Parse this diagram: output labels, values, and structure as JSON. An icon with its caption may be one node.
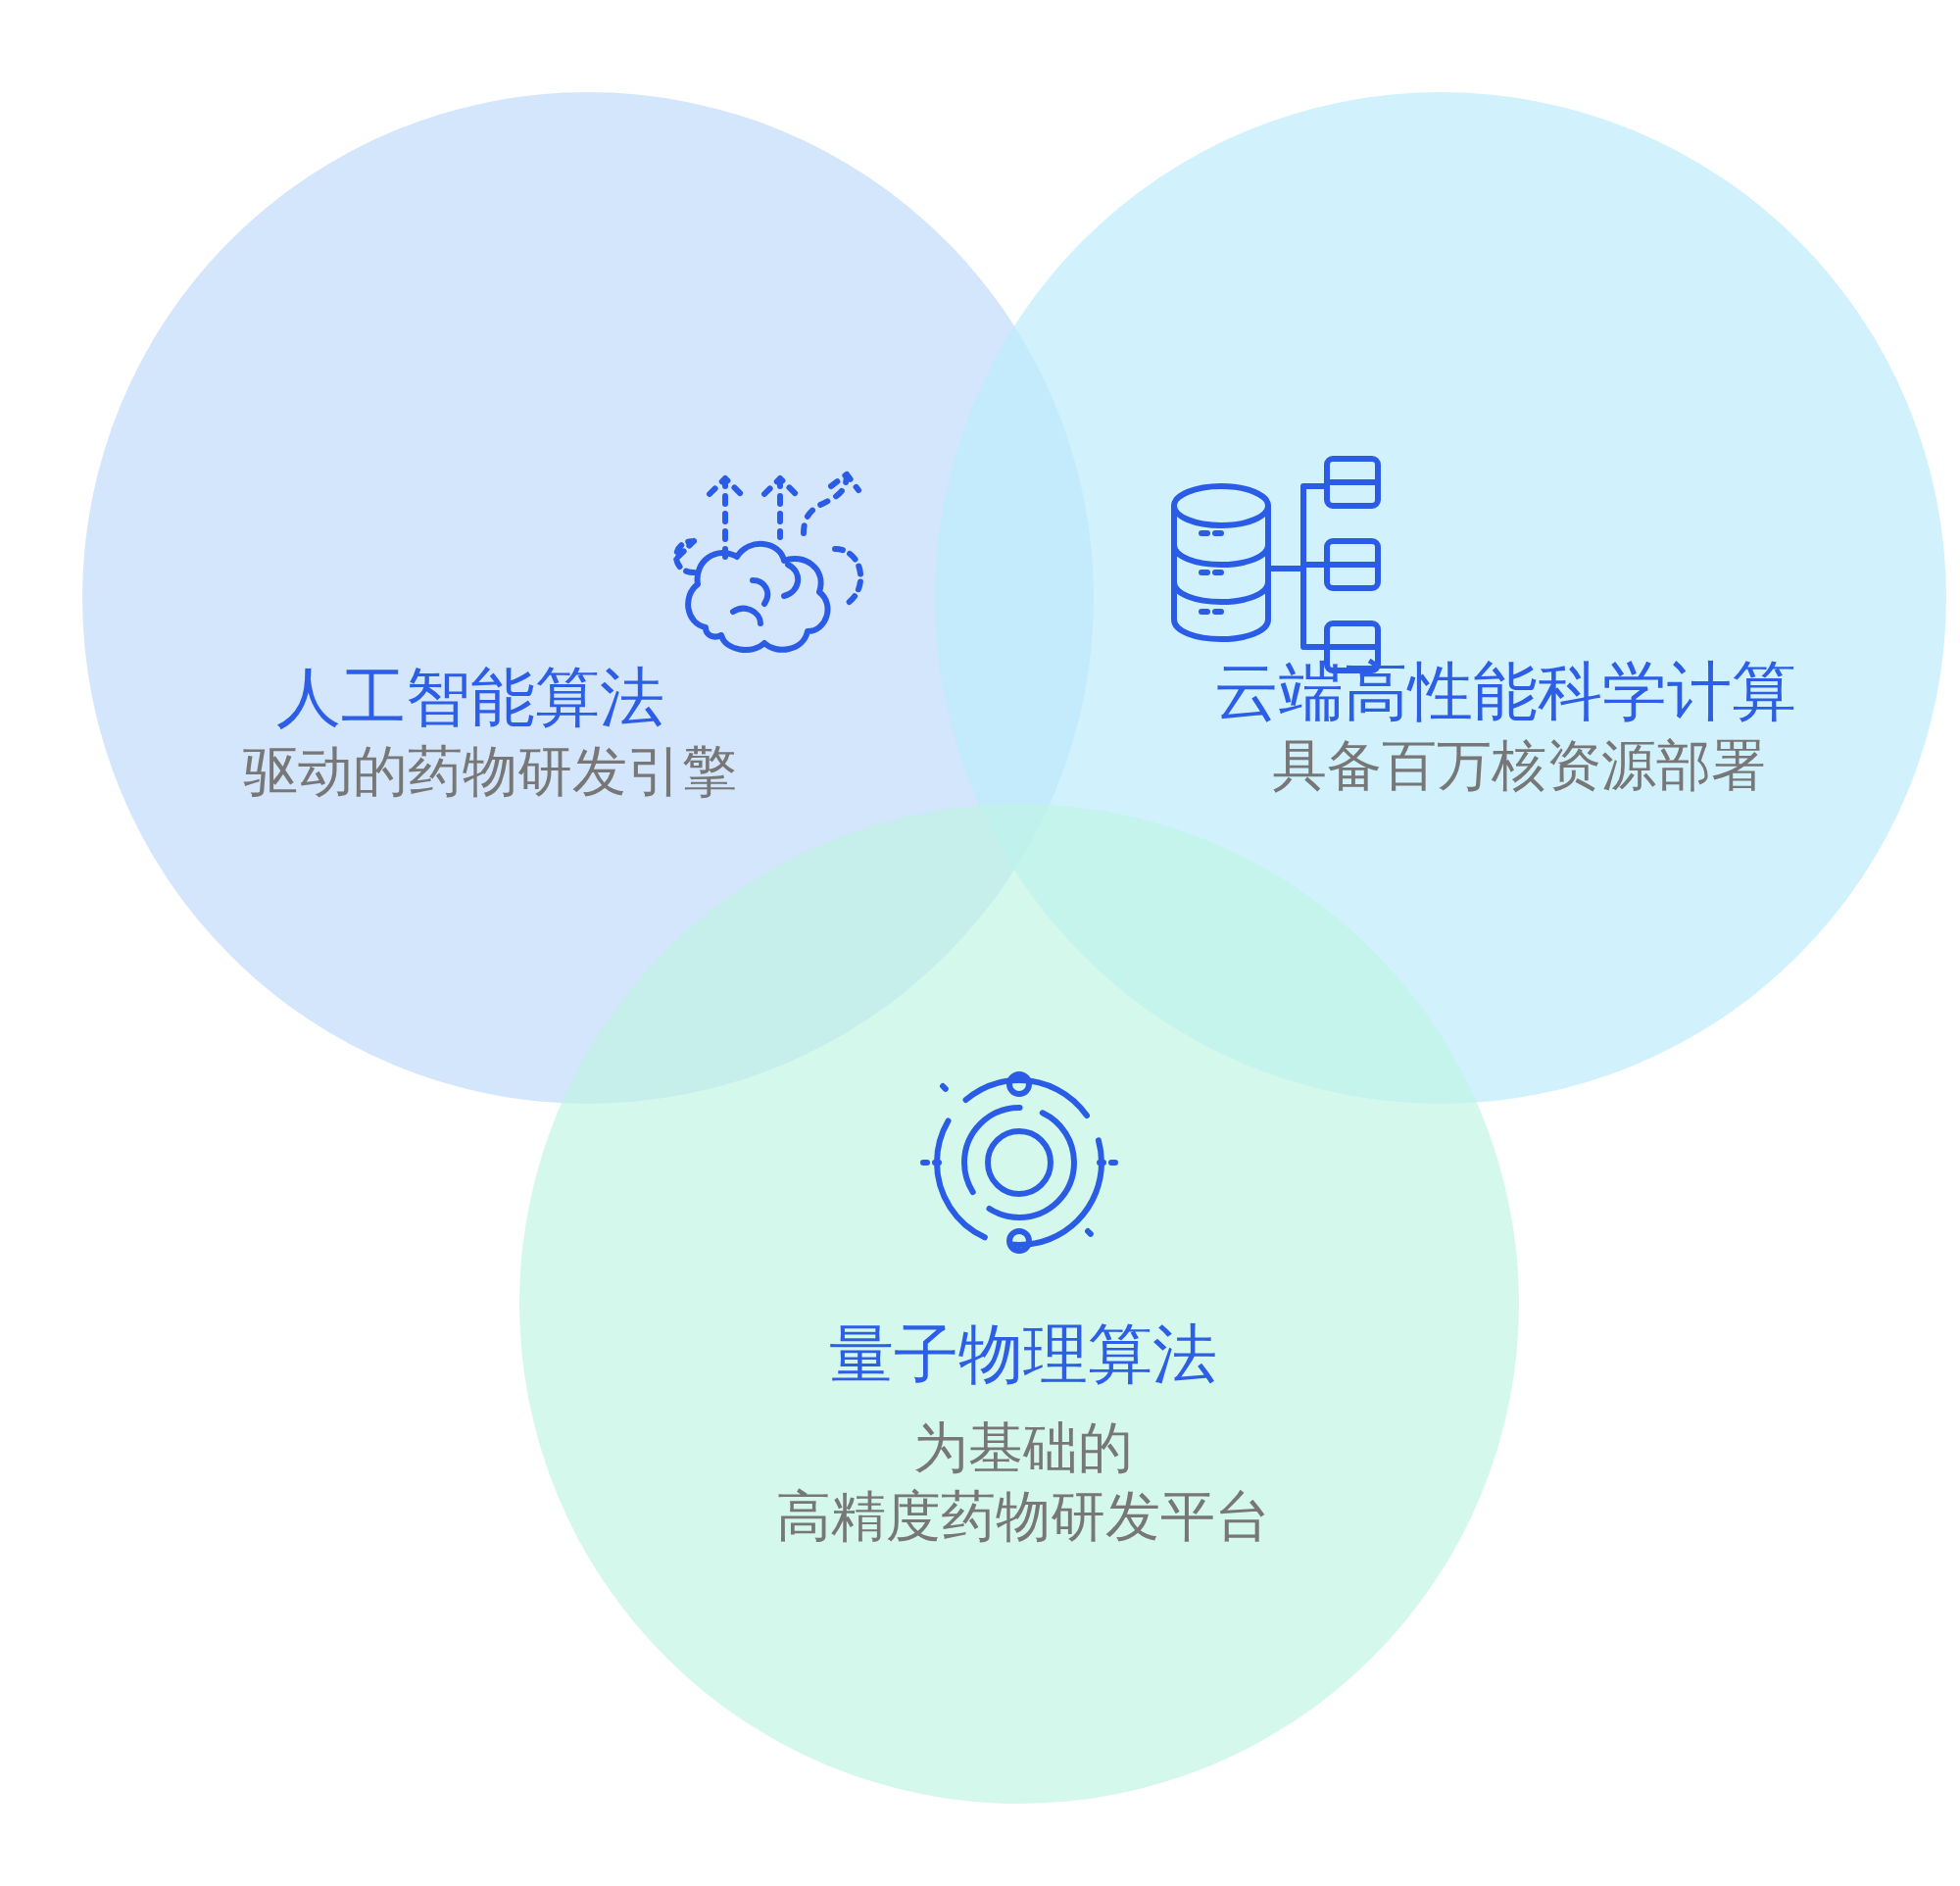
{
  "diagram": {
    "nodes": [
      {
        "text": [
          "人工智能算法",
          "驱动的药物研发引擎"
        ]
      },
      {
        "text": [
          "云端高性能科学计算",
          "具备百万核资源部署"
        ]
      },
      {
        "text": [
          "量子物理算法",
          "为基础的高精度药物研发平台"
        ]
      }
    ],
    "edges": []
  }
}
